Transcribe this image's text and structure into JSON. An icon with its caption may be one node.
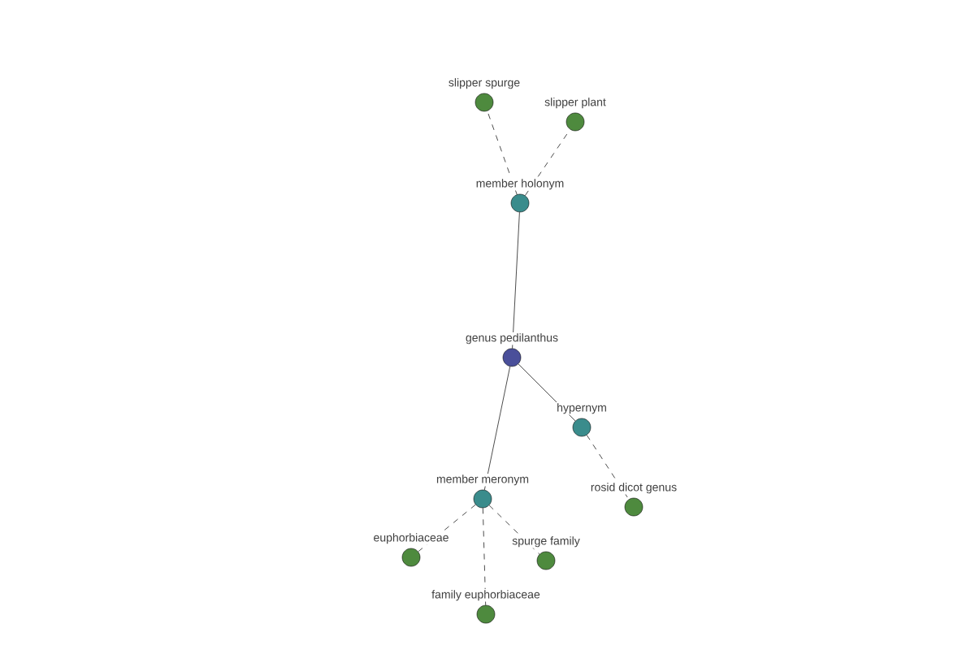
{
  "diagram": {
    "nodes": [
      {
        "text": [
          "genus pedilanthus"
        ]
      },
      {
        "text": [
          "member holonym"
        ]
      },
      {
        "text": [
          "slipper spurge"
        ]
      },
      {
        "text": [
          "slipper plant"
        ]
      },
      {
        "text": [
          "hypernym"
        ]
      },
      {
        "text": [
          "rosid dicot genus"
        ]
      },
      {
        "text": [
          "member meronym"
        ]
      },
      {
        "text": [
          "euphorbiaceae"
        ]
      },
      {
        "text": [
          "spurge family"
        ]
      },
      {
        "text": [
          "family euphorbiaceae"
        ]
      }
    ],
    "edges": [
      {
        "from": 0,
        "to": 1,
        "arrow": "none"
      },
      {
        "from": 1,
        "to": 2,
        "arrow": "none",
        "style": "dashed"
      },
      {
        "from": 1,
        "to": 3,
        "arrow": "none",
        "style": "dashed"
      },
      {
        "from": 0,
        "to": 4,
        "arrow": "none"
      },
      {
        "from": 4,
        "to": 5,
        "arrow": "none",
        "style": "dashed"
      },
      {
        "from": 0,
        "to": 6,
        "arrow": "none"
      },
      {
        "from": 6,
        "to": 7,
        "arrow": "none",
        "style": "dashed"
      },
      {
        "from": 6,
        "to": 8,
        "arrow": "none",
        "style": "dashed"
      },
      {
        "from": 6,
        "to": 9,
        "arrow": "none",
        "style": "dashed"
      }
    ]
  }
}
